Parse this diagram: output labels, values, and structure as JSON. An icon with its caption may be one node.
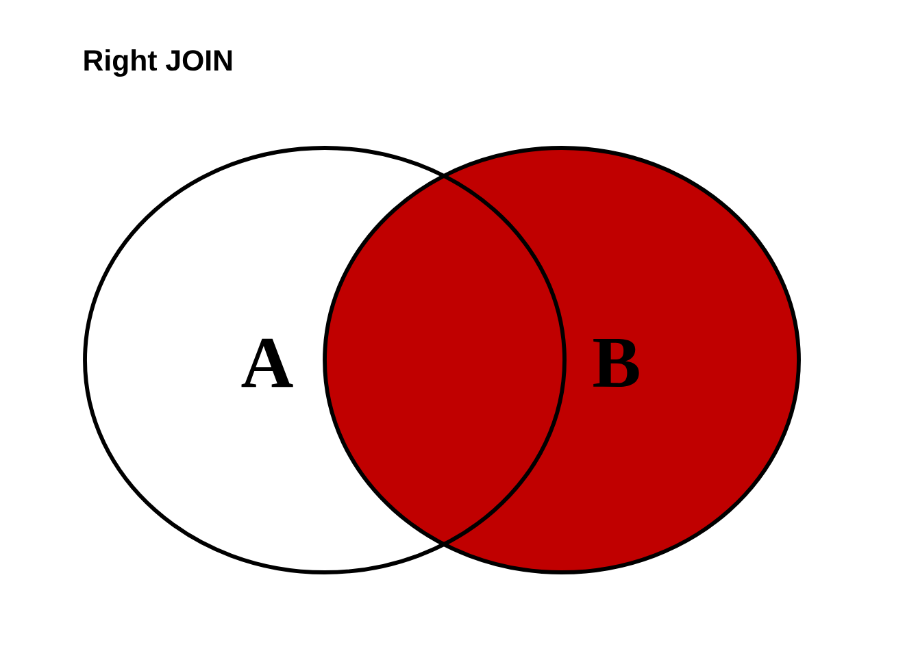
{
  "diagram": {
    "title": "Right JOIN",
    "nodes": [
      {
        "text": [
          "A"
        ]
      },
      {
        "text": [
          "B"
        ]
      }
    ],
    "edges": []
  }
}
